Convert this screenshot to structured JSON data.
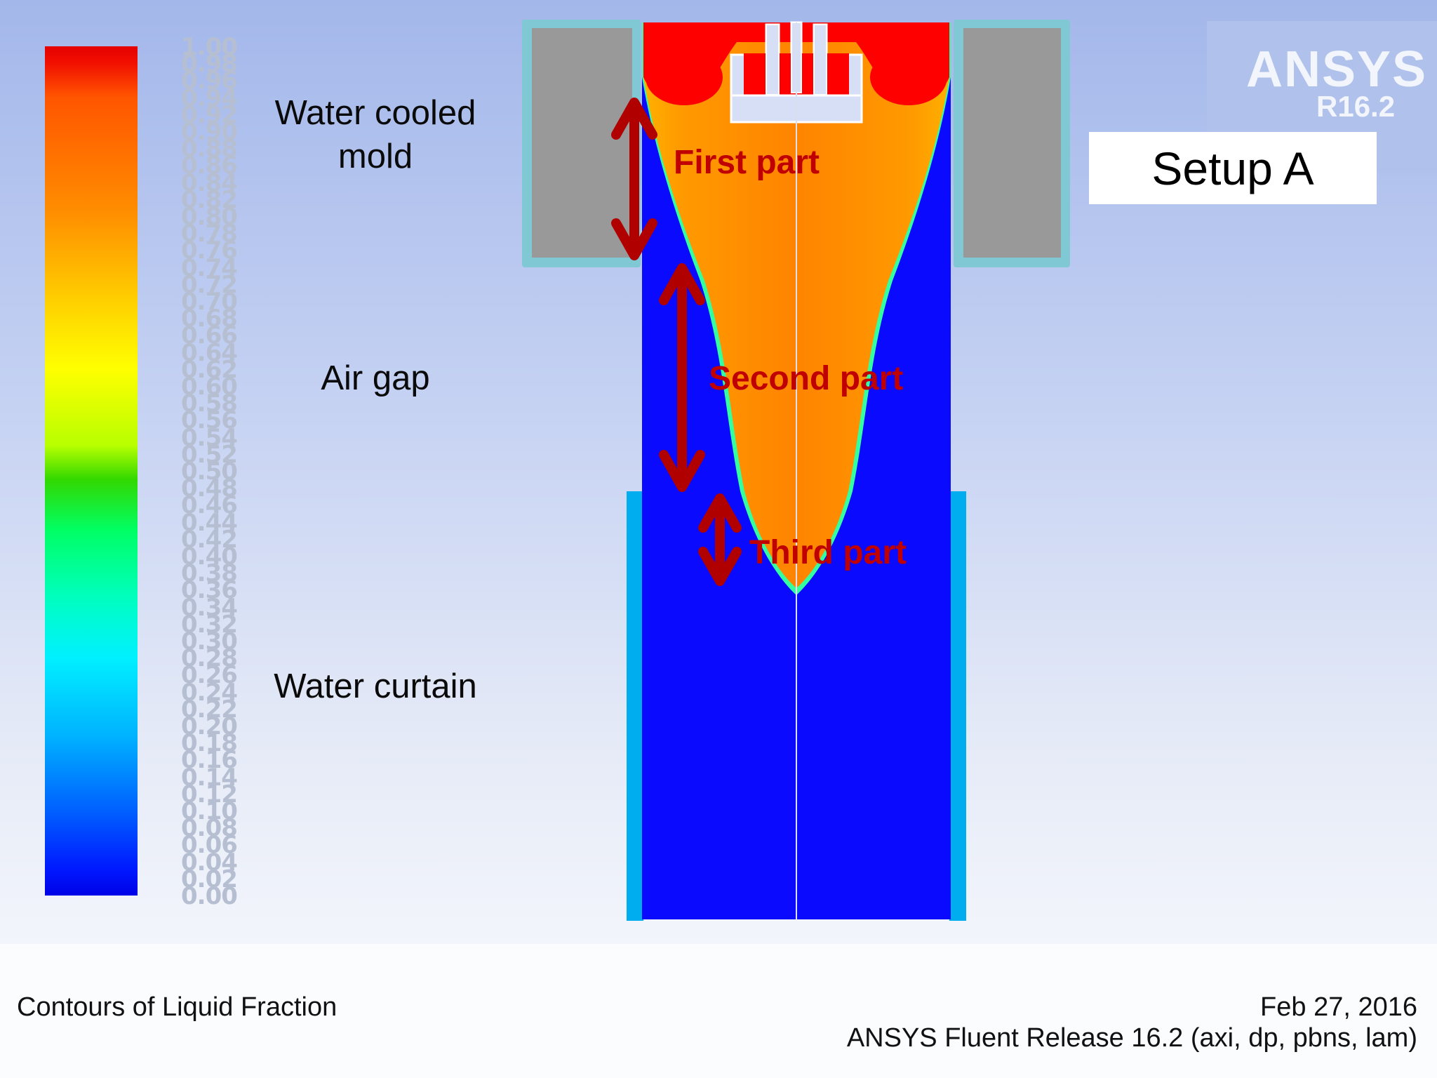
{
  "colorbar": {
    "ticks": [
      "1.00",
      "0.98",
      "0.96",
      "0.94",
      "0.92",
      "0.90",
      "0.88",
      "0.86",
      "0.84",
      "0.82",
      "0.80",
      "0.78",
      "0.76",
      "0.74",
      "0.72",
      "0.70",
      "0.68",
      "0.66",
      "0.64",
      "0.62",
      "0.60",
      "0.58",
      "0.56",
      "0.54",
      "0.52",
      "0.50",
      "0.48",
      "0.46",
      "0.44",
      "0.42",
      "0.40",
      "0.38",
      "0.36",
      "0.34",
      "0.32",
      "0.30",
      "0.28",
      "0.26",
      "0.24",
      "0.22",
      "0.20",
      "0.18",
      "0.16",
      "0.14",
      "0.12",
      "0.10",
      "0.08",
      "0.06",
      "0.04",
      "0.02",
      "0.00"
    ]
  },
  "labels": {
    "water_cooled_mold": "Water cooled\nmold",
    "air_gap": "Air gap",
    "water_curtain": "Water curtain"
  },
  "parts": {
    "first": "First part",
    "second": "Second part",
    "third": "Third part"
  },
  "logo": {
    "title": "ANSYS",
    "version": "R16.2"
  },
  "setup": "Setup A",
  "footer": {
    "contour_title": "Contours of Liquid Fraction",
    "date": "Feb 27, 2016",
    "release": "ANSYS Fluent Release 16.2 (axi, dp, pbns, lam)"
  },
  "colors": {
    "solid": "#0a0aff",
    "liquid_core": "#ff8c00",
    "melt_top": "#ff0000",
    "mold": "#999999",
    "mold_frame": "#7fc8d4",
    "water_curtain": "#00aeef",
    "arrow": "#b00000"
  }
}
